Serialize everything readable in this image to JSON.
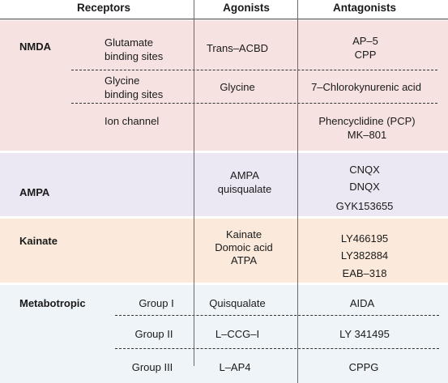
{
  "headers": {
    "receptors": "Receptors",
    "agonists": "Agonists",
    "antagonists": "Antagonists"
  },
  "colors": {
    "nmda": "#f6e3e1",
    "ampa": "#ece8f3",
    "kainate": "#fbeadb",
    "metabotropic": "#eef4f8",
    "column_rule": "#4a6fa5"
  },
  "groups": {
    "nmda": {
      "label": "NMDA",
      "rows": [
        {
          "site_lines": [
            "Glutamate",
            "binding sites"
          ],
          "agonist_lines": [
            "Trans–ACBD"
          ],
          "antagonist_lines": [
            "AP–5",
            "CPP"
          ]
        },
        {
          "site_lines": [
            "Glycine",
            "binding sites"
          ],
          "agonist_lines": [
            "Glycine"
          ],
          "antagonist_lines": [
            "7–Chlorokynurenic acid"
          ]
        },
        {
          "site_lines": [
            "Ion channel"
          ],
          "agonist_lines": [],
          "antagonist_lines": [
            "Phencyclidine (PCP)",
            "MK–801"
          ]
        }
      ]
    },
    "ampa": {
      "label": "AMPA",
      "agonist_lines": [
        "AMPA",
        "quisqualate"
      ],
      "antagonist_lines": [
        "CNQX",
        "DNQX",
        "GYK153655"
      ]
    },
    "kainate": {
      "label": "Kainate",
      "agonist_lines": [
        "Kainate",
        "Domoic acid",
        "ATPA"
      ],
      "antagonist_lines": [
        "LY466195",
        "LY382884",
        "EAB–318"
      ]
    },
    "metabotropic": {
      "label": "Metabotropic",
      "rows": [
        {
          "group": "Group I",
          "agonist": "Quisqualate",
          "antagonist": "AIDA"
        },
        {
          "group": "Group II",
          "agonist": "L–CCG–I",
          "antagonist": "LY 341495"
        },
        {
          "group": "Group III",
          "agonist": "L–AP4",
          "antagonist": "CPPG"
        }
      ]
    }
  }
}
